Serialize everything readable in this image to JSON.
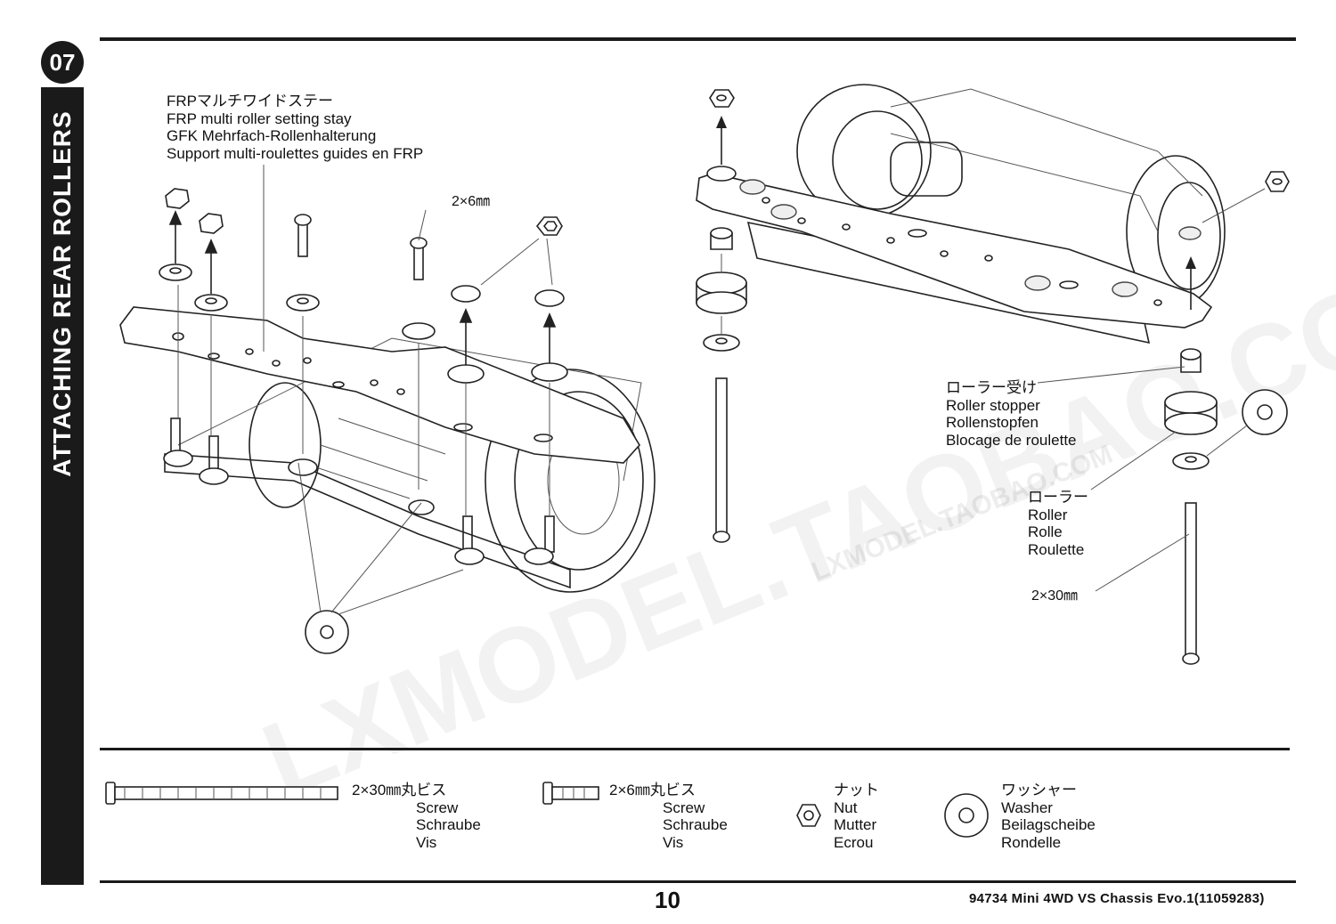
{
  "step": {
    "number": "07",
    "title": "ATTACHING REAR ROLLERS"
  },
  "callouts": {
    "frp_stay": [
      "FRPマルチワイドステー",
      "FRP multi roller setting stay",
      "GFK Mehrfach-Rollenhalterung",
      "Support multi-roulettes guides en FRP"
    ],
    "screw_2x6": "2×6㎜",
    "roller_stopper": [
      "ローラー受け",
      "Roller stopper",
      "Rollenstopfen",
      "Blocage de roulette"
    ],
    "roller": [
      "ローラー",
      "Roller",
      "Rolle",
      "Roulette"
    ],
    "screw_2x30": "2×30㎜"
  },
  "parts_legend": [
    {
      "icon": "long-screw-icon",
      "label": "2×30㎜丸ビス",
      "names": [
        "Screw",
        "Schraube",
        "Vis"
      ]
    },
    {
      "icon": "short-screw-icon",
      "label": "2×6㎜丸ビス",
      "names": [
        "Screw",
        "Schraube",
        "Vis"
      ]
    },
    {
      "icon": "nut-icon",
      "label": "ナット",
      "names": [
        "Nut",
        "Mutter",
        "Ecrou"
      ]
    },
    {
      "icon": "washer-icon",
      "label": "ワッシャー",
      "names": [
        "Washer",
        "Beilagscheibe",
        "Rondelle"
      ]
    }
  ],
  "footer": {
    "page_number": "10",
    "product": "94734  Mini  4WD  VS  Chassis  Evo.1(11059283)"
  },
  "watermarks": [
    "LXMODEL.TAOBAO.COM",
    "LXMODEL.TAOBAO.COM"
  ]
}
